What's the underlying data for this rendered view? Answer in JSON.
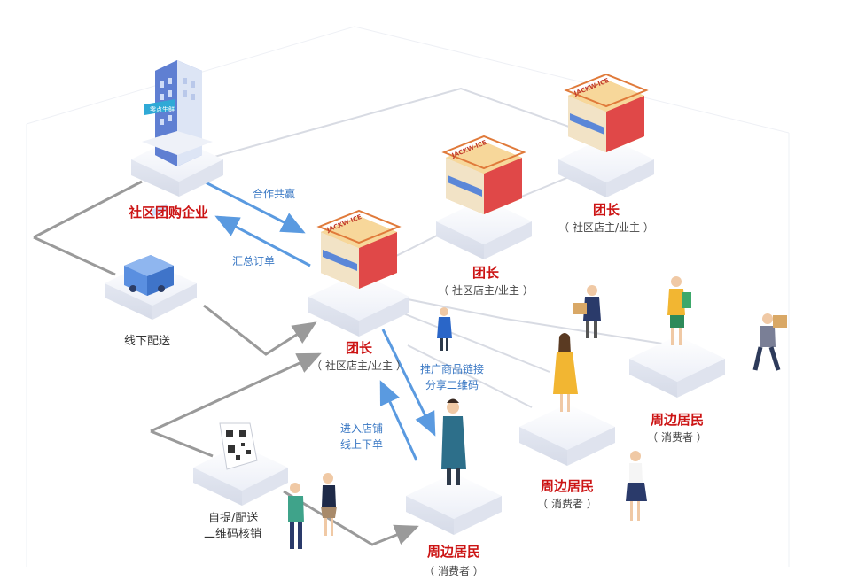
{
  "colors": {
    "red_label": "#cc1414",
    "blue_arrow": "#5a9ae0",
    "gray_arrow": "#9a9a9a",
    "platform": "#f1f3f9",
    "storefront_red": "#e04848",
    "building_blue": "#6f8fde"
  },
  "nodes": {
    "enterprise": {
      "title": "社区团购企业",
      "icon": "office-building-icon"
    },
    "delivery": {
      "title": "线下配送",
      "icon": "delivery-truck-icon"
    },
    "qrcode": {
      "line1": "自提/配送",
      "line2": "二维码核销",
      "icon": "qr-code-icon"
    },
    "leader_main": {
      "title": "团长",
      "sub": "（ 社区店主/业主 ）",
      "icon": "storefront-icon"
    },
    "leader_mid": {
      "title": "团长",
      "sub": "（ 社区店主/业主 ）",
      "icon": "storefront-icon"
    },
    "leader_top": {
      "title": "团长",
      "sub": "（ 社区店主/业主 ）",
      "icon": "storefront-icon"
    },
    "resident_main": {
      "title": "周边居民",
      "sub": "（ 消费者 ）",
      "icon": "person-icon"
    },
    "resident_mid": {
      "title": "周边居民",
      "sub": "（ 消费者 ）",
      "icon": "person-icon"
    },
    "resident_right": {
      "title": "周边居民",
      "sub": "（ 消费者 ）",
      "icon": "person-icon"
    }
  },
  "store_sign": "JACKW-ICE",
  "building_sign": "零点生鲜",
  "edges": {
    "cooperate": "合作共赢",
    "orders": "汇总订单",
    "promote_line1": "推广商品链接",
    "promote_line2": "分享二维码",
    "enter_line1": "进入店铺",
    "enter_line2": "线上下单"
  }
}
